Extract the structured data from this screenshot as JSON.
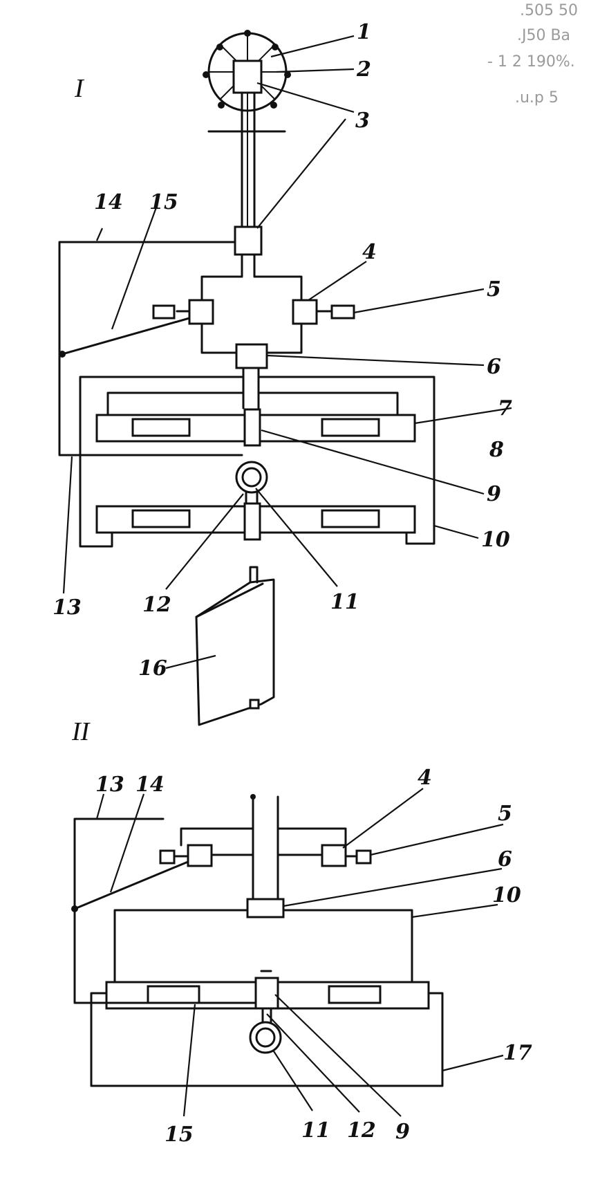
{
  "margin_notes": [
    ".505 50",
    ".J50 Ba",
    "- 1 2 190%.",
    ".u.p 5"
  ],
  "panel_I": {
    "roman_label": "I",
    "labels": {
      "l1": "1",
      "l2": "2",
      "l3": "3",
      "l4": "4",
      "l5": "5",
      "l6": "6",
      "l7": "7",
      "l8": "8",
      "l9": "9",
      "l10": "10",
      "l11": "11",
      "l12": "12",
      "l13": "13",
      "l14": "14",
      "l15": "15",
      "l16": "16"
    }
  },
  "panel_II": {
    "roman_label": "II",
    "labels": {
      "l4": "4",
      "l5": "5",
      "l6": "6",
      "l9": "9",
      "l10": "10",
      "l11": "11",
      "l12": "12",
      "l13": "13",
      "l14": "14",
      "l15": "15",
      "l17": "17"
    }
  }
}
